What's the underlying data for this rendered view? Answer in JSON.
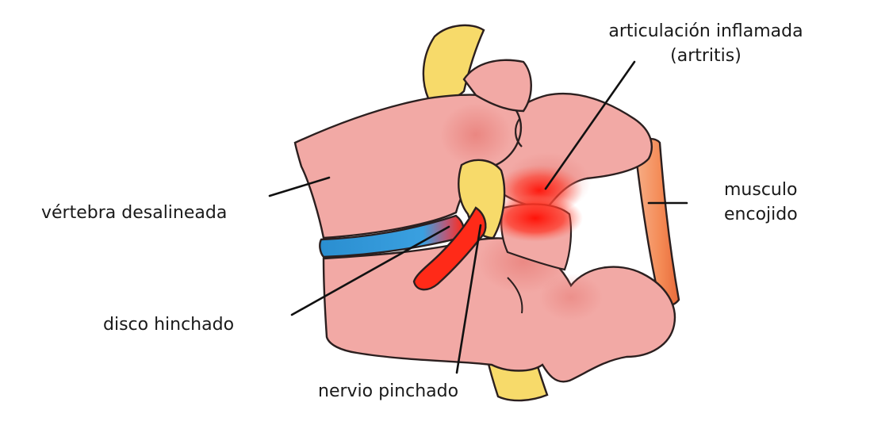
{
  "labels": {
    "inflamed_joint_line1": "articulación inflamada",
    "inflamed_joint_line2": "(artritis)",
    "misaligned_vertebra": "vértebra desalineada",
    "shrunken_muscle_line1": "musculo",
    "shrunken_muscle_line2": "encojido",
    "swollen_disc": "disco hinchado",
    "pinched_nerve": "nervio pinchado"
  },
  "colors": {
    "bone": "#f2a9a5",
    "bone_shadow": "#e57b76",
    "bone_outline": "#2b1f1f",
    "spinal_cord": "#f7da6a",
    "disc": "#2f9bd8",
    "inflammation": "#ff1a10",
    "muscle": "#f6a070",
    "label_text": "#1a1a1a"
  }
}
